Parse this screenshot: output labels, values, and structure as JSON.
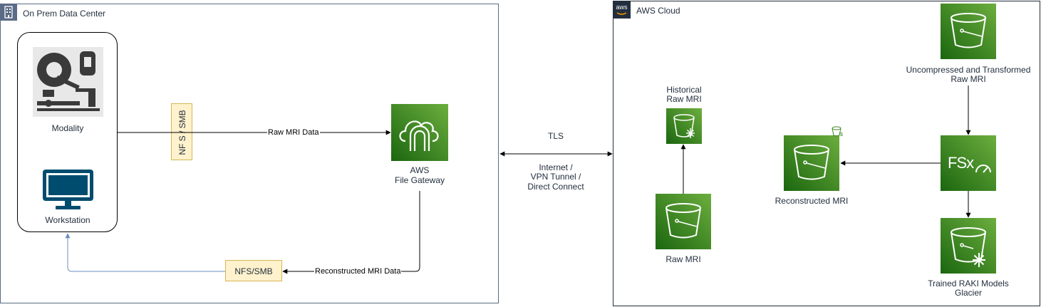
{
  "on_prem": {
    "title": "On Prem Data Center"
  },
  "aws_cloud": {
    "title": "AWS Cloud",
    "logo_text": "aws"
  },
  "nodes": {
    "modality": "Modality",
    "workstation": "Workstation",
    "nfs_smb_vertical": "NF S / SMB",
    "nfs_smb": "NFS/SMB",
    "gateway": [
      "AWS",
      "File Gateway"
    ],
    "historical": [
      "Historical",
      "Raw MRI"
    ],
    "raw_mri": "Raw MRI",
    "reconstructed": "Reconstructed MRI",
    "uncompressed": [
      "Uncompressed and Transformed",
      "Raw MRI"
    ],
    "trained": [
      "Trained RAKI Models",
      "Glacier"
    ],
    "fsx_logo": "FSx"
  },
  "edges": {
    "raw_mri_data": "Raw MRI Data",
    "reconstructed_mri_data": "Reconstructed MRI Data",
    "tls": "TLS",
    "connection": [
      "Internet /",
      "VPN Tunnel /",
      "Direct Connect"
    ]
  },
  "colors": {
    "aws_green_dark": "#1b660f",
    "aws_green_light": "#6cae3e",
    "group_border": "#5a6b86",
    "aws_dark": "#232f3e",
    "protocol_fill": "#fff2cc",
    "protocol_border": "#d6b656",
    "return_arrow": "#6c8ebf"
  },
  "icons": [
    "building-icon",
    "aws-logo-icon",
    "mri-scanner-icon",
    "monitor-icon",
    "file-gateway-icon",
    "s3-bucket-icon",
    "glacier-snowflake-icon",
    "fsx-icon"
  ]
}
